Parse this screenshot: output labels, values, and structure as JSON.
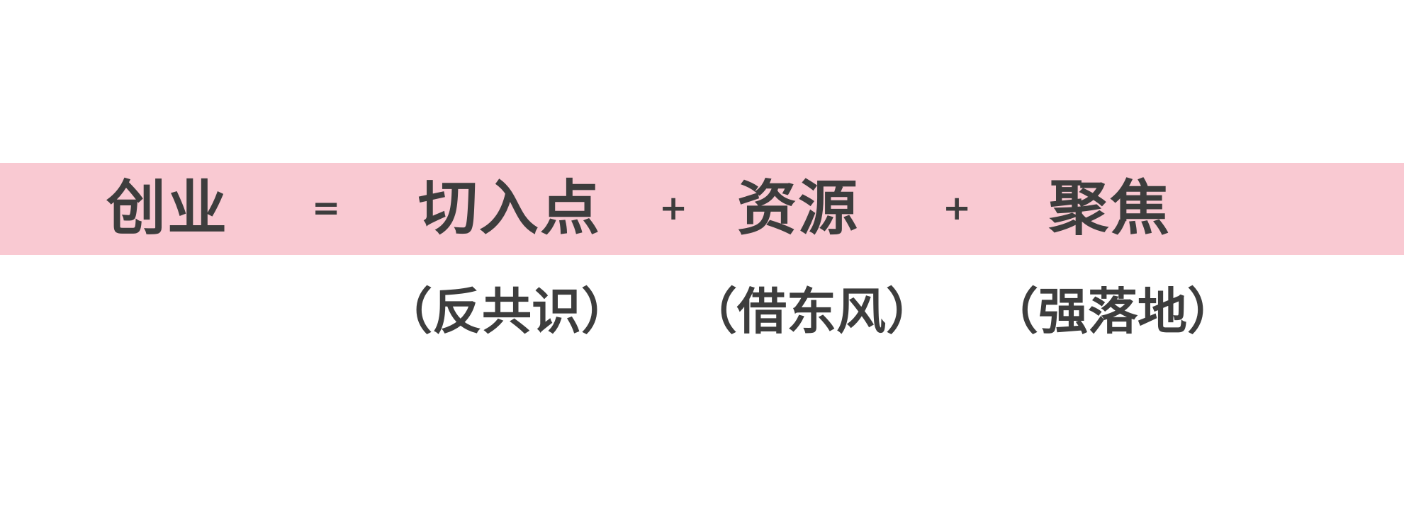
{
  "formula": {
    "lhs": "创业",
    "equals": "=",
    "term1": "切入点",
    "plus1": "+",
    "term2": "资源",
    "plus2": "+",
    "term3": "聚焦"
  },
  "notes": {
    "note1": "（反共识）",
    "note2": "（借东风）",
    "note3": "（强落地）"
  },
  "colors": {
    "band": "#f9c9d2",
    "text": "#3d3d3d",
    "background": "#ffffff"
  }
}
